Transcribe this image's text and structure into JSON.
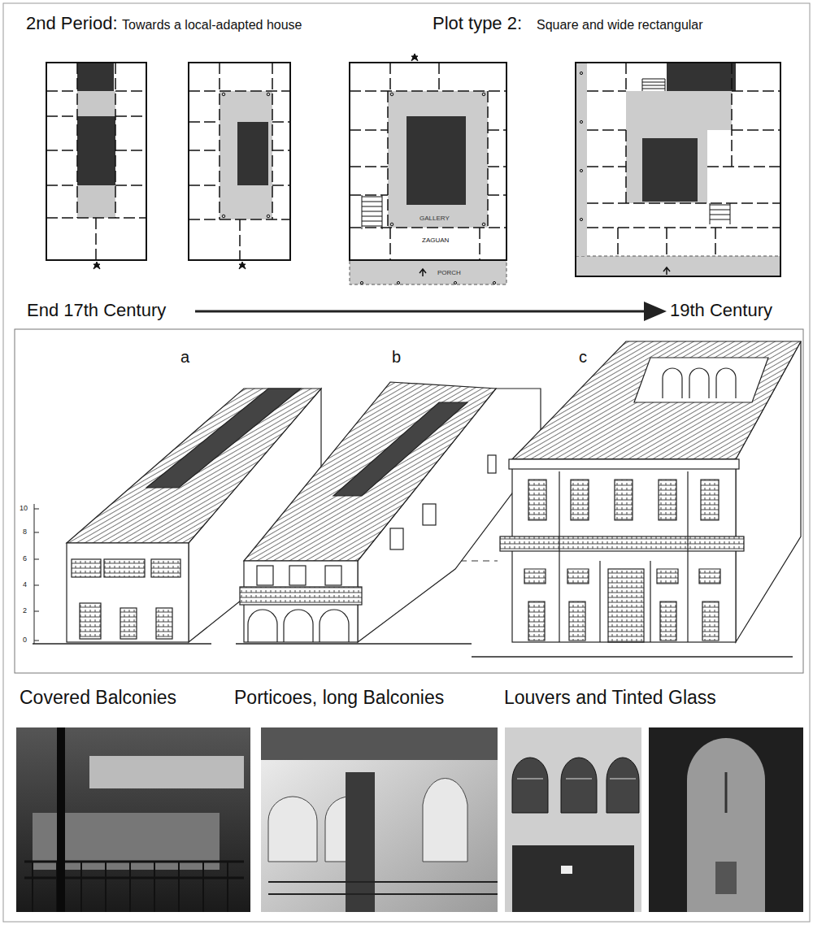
{
  "diagram": {
    "labels": [
      "2nd Period:",
      "Towards a local-adapted house",
      "Plot type 2:",
      "Square and wide rectangular",
      "GALLERY",
      "ZAGUAN",
      "PORCH",
      "End 17th Century",
      "19th Century",
      "a",
      "b",
      "c",
      "10",
      "8",
      "6",
      "4",
      "2",
      "0",
      "Covered Balconies",
      "Porticoes, long Balconies",
      "Louvers and Tinted Glass"
    ]
  }
}
